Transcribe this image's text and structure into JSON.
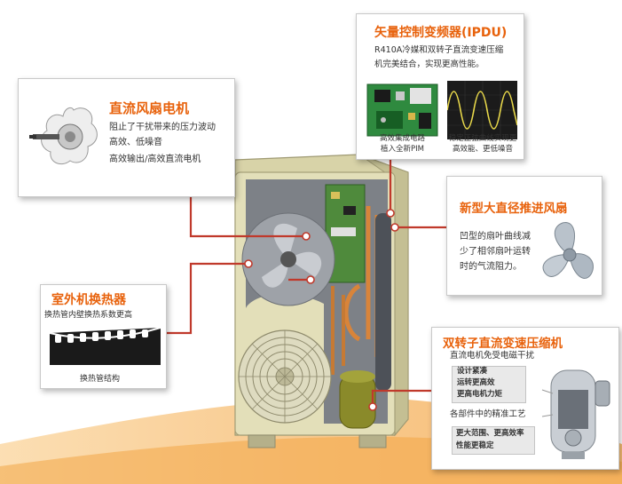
{
  "colors": {
    "accent": "#e8620c",
    "leader": "#c0392b",
    "wave": "#f6b15c"
  },
  "ipdu": {
    "title": "矢量控制变频器(IPDU)",
    "desc1": "R410A冷媒和双转子直流变速压缩",
    "desc2": "机完美结合，实现更高性能。",
    "cap1a": "高效集成电路",
    "cap1b": "植入全新PIM",
    "cap2a": "稳定正弦曲线实现更",
    "cap2b": "高效能、更低噪音"
  },
  "fan_motor": {
    "title": "直流风扇电机",
    "line1": "阻止了干扰带来的压力波动",
    "line2": "高效、低噪音",
    "line3": "高效输出/高效直流电机"
  },
  "fan": {
    "title": "新型大直径推进风扇",
    "line1": "凹型的扇叶曲线减",
    "line2": "少了相邻扇叶运转",
    "line3": "时的气流阻力。"
  },
  "exchanger": {
    "title": "室外机换热器",
    "sub": "换热管内壁换热系数更高",
    "caption": "换热管结构"
  },
  "compressor": {
    "title": "双转子直流变速压缩机",
    "sub": "直流电机免受电磁干扰",
    "box1a": "设计紧凑",
    "box1b": "运转更高效",
    "box1c": "更高电机力矩",
    "mid": "各部件中的精准工艺",
    "box2a": "更大范围、更高效率",
    "box2b": "性能更稳定"
  }
}
